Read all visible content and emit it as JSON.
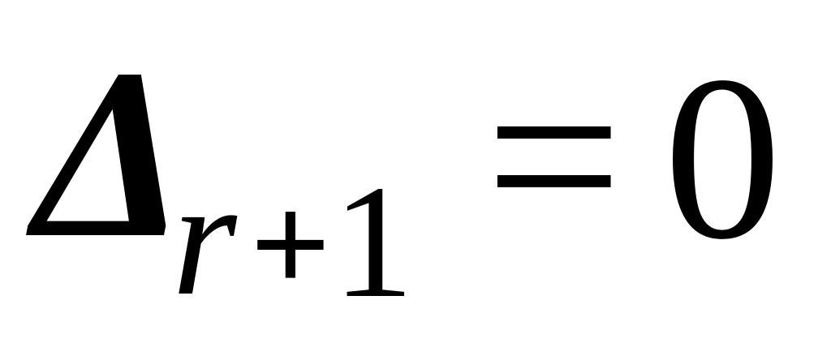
{
  "formula": {
    "symbol": "Δ",
    "subscript_variable": "r",
    "subscript_operator": "+",
    "subscript_number": "1",
    "relation": "=",
    "right_hand_side": "0"
  },
  "colors": {
    "background": "#ffffff",
    "text": "#000000"
  }
}
